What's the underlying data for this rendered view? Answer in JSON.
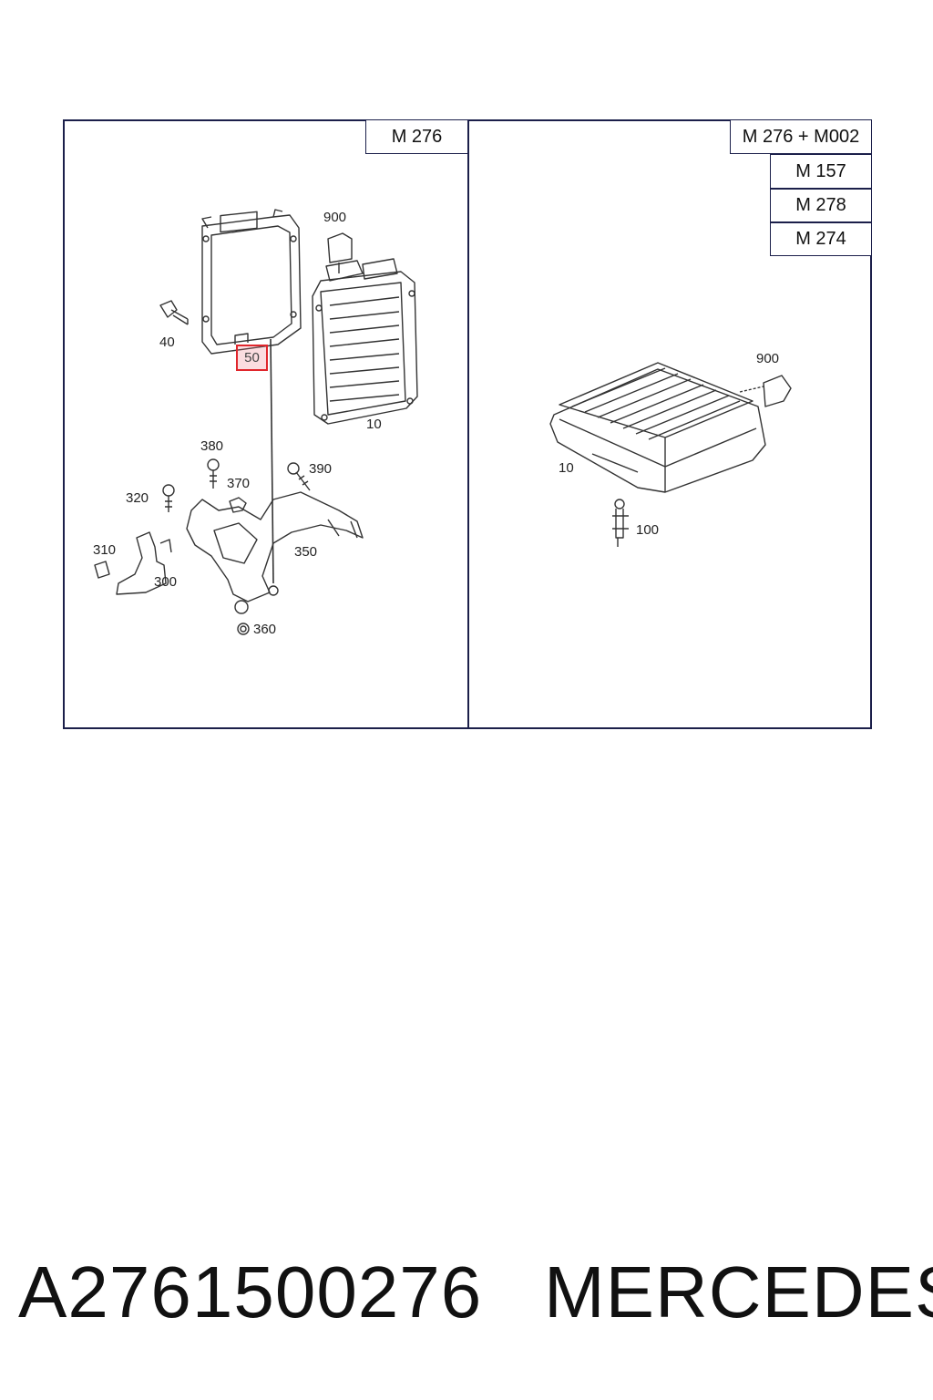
{
  "left_panel": {
    "model_tag": "M 276",
    "callouts": {
      "c900": "900",
      "c40": "40",
      "c50": "50",
      "c10": "10",
      "c380": "380",
      "c390": "390",
      "c320": "320",
      "c370": "370",
      "c310": "310",
      "c300": "300",
      "c350": "350",
      "c360": "360"
    }
  },
  "right_panel": {
    "model_tags": [
      "M 276 + M002",
      "M 157",
      "M 278",
      "M 274"
    ],
    "callouts": {
      "c900": "900",
      "c10": "10",
      "c100": "100"
    }
  },
  "highlight": {
    "label": "50",
    "color": "#e0262c"
  },
  "footer": {
    "part_number": "A2761500276",
    "brand": "MERCEDES"
  },
  "colors": {
    "frame": "#1b1f4a",
    "highlight": "#e0262c",
    "drawing": "#333333"
  }
}
